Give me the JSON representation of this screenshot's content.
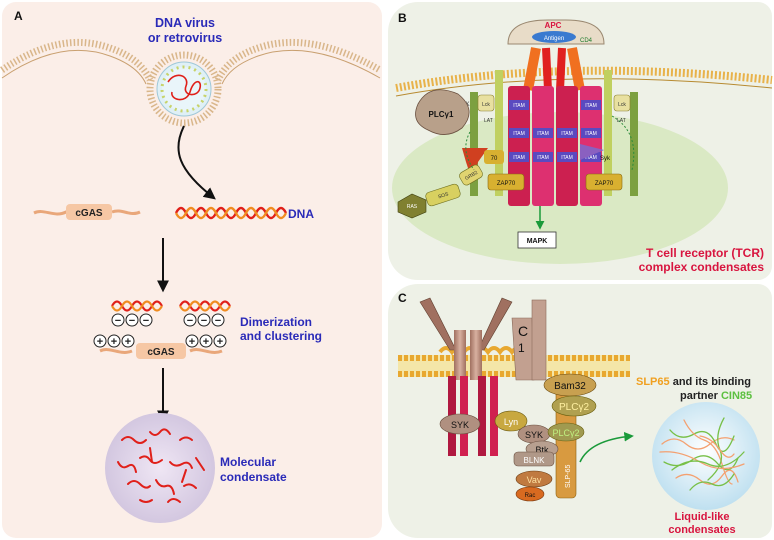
{
  "panels": {
    "a": {
      "letter": "A",
      "title_line1": "DNA virus",
      "title_line2": "or retrovirus",
      "cgas_label": "cGAS",
      "dna_label": "DNA",
      "dimer_line1": "Dimerization",
      "dimer_line2": "and clustering",
      "cgas_label2": "cGAS",
      "condensate_line1": "Molecular",
      "condensate_line2": "condensate"
    },
    "b": {
      "letter": "B",
      "apc": "APC",
      "antigen": "Antigen",
      "cd4": "CD4",
      "lck": "LCK",
      "lck2": "Lck",
      "lat": "LAT",
      "lat2": "LAT",
      "plc": "PLCγ1",
      "zap1": "ZAP70",
      "zap2": "ZAP70",
      "zap3": "70",
      "syk": "Syk",
      "itam": "ITAM",
      "sos": "SOS",
      "grb2": "GRB2",
      "ras": "RAS",
      "mapk": "MAPK",
      "caption_line1": "T cell receptor (TCR)",
      "caption_line2": "complex condensates"
    },
    "c": {
      "letter": "C",
      "c_fragment": "C",
      "num_fragment": "1",
      "bam32": "Bam32",
      "plcg2a": "PLCγ2",
      "plcg2b": "PLCγ2",
      "syk_left": "SYK",
      "lyn": "Lyn",
      "syk_mid": "SYK",
      "btk": "Btk",
      "blnk": "BLNK",
      "vav": "Vav",
      "rac": "Rac",
      "slp65_vertical": "SLP-65",
      "caption_slp": "SLP65",
      "caption_and": " and its binding",
      "caption_partner": "partner ",
      "caption_cin": "CIN85",
      "liquid_line1": "Liquid-like",
      "liquid_line2": "condensates"
    }
  },
  "colors": {
    "panel_a_bg": "#fbeee8",
    "panel_bc_bg": "#eef1e7",
    "title_blue": "#2a2ab8",
    "caption_red": "#d8153f",
    "slp_orange": "#f0a020",
    "cin_green": "#5cc040",
    "dna_red": "#e0201a",
    "membrane_gold": "#e8b24a"
  }
}
